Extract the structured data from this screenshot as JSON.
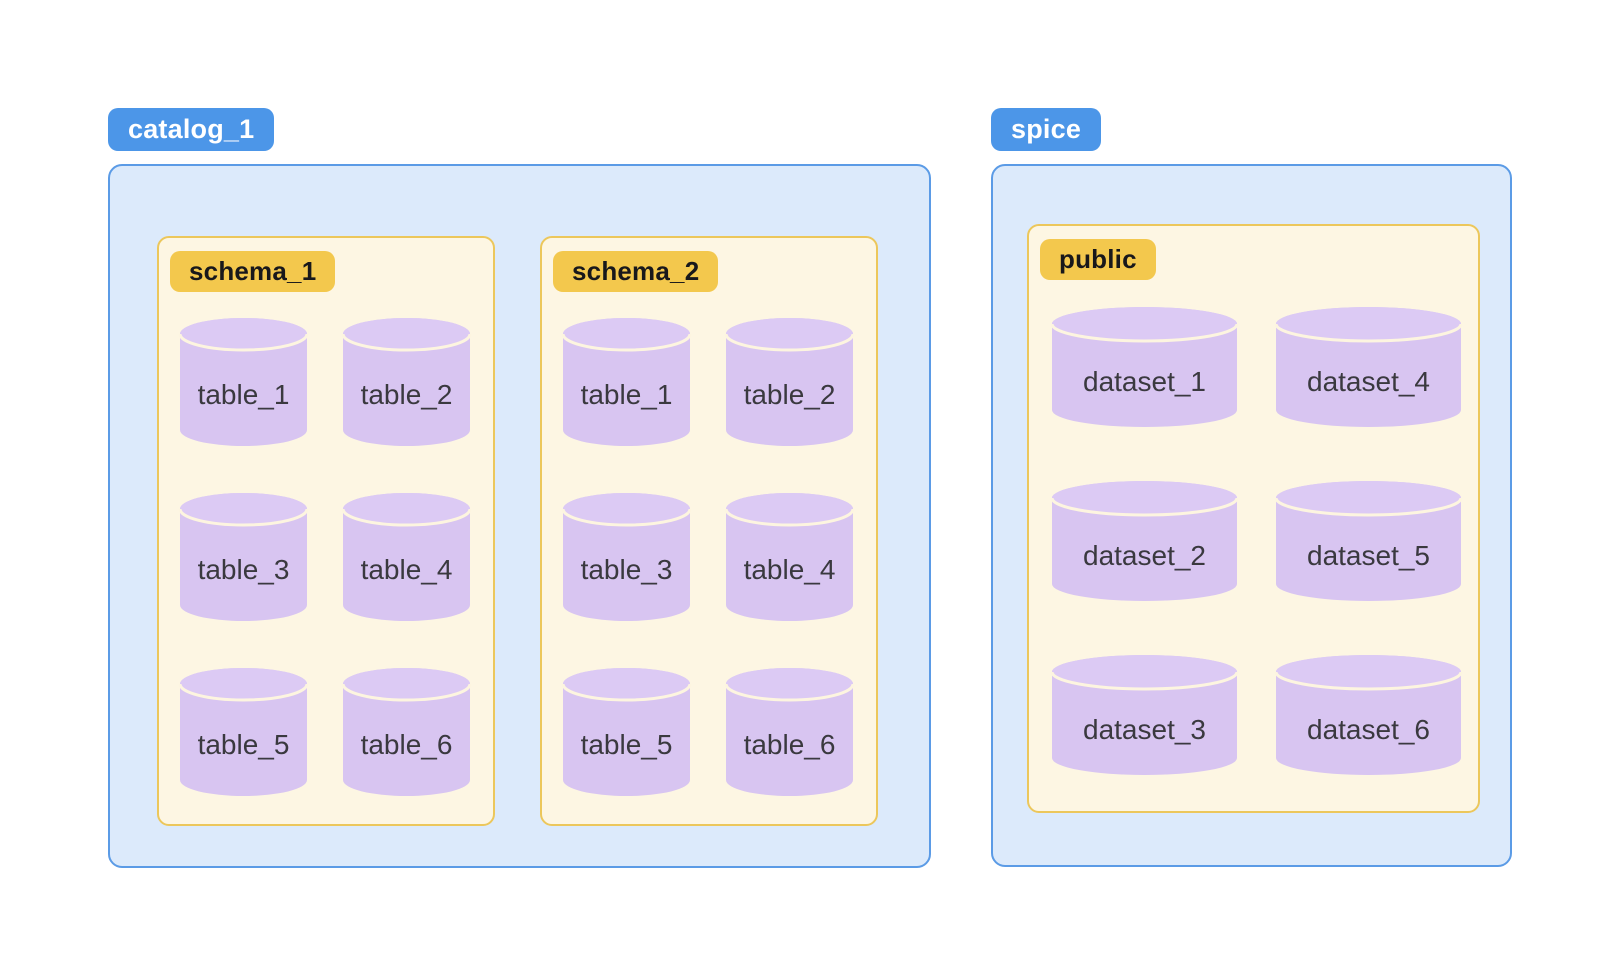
{
  "colors": {
    "group_badge_bg": "#4c96e8",
    "group_badge_text": "#ffffff",
    "outer_box_bg": "#dceafb",
    "outer_box_border": "#5b9be6",
    "inner_box_bg": "#fdf6e3",
    "inner_box_border": "#ecc75b",
    "schema_badge_bg": "#f3c84d",
    "schema_badge_text": "#18181b",
    "cylinder_fill": "#d8c5f1",
    "cylinder_cap": "#dccaf4",
    "cylinder_rim": "#fdf5e0",
    "cylinder_text": "#3a393f"
  },
  "catalog": {
    "label": "catalog_1",
    "schemas": [
      {
        "label": "schema_1",
        "tables": [
          "table_1",
          "table_2",
          "table_3",
          "table_4",
          "table_5",
          "table_6"
        ]
      },
      {
        "label": "schema_2",
        "tables": [
          "table_1",
          "table_2",
          "table_3",
          "table_4",
          "table_5",
          "table_6"
        ]
      }
    ]
  },
  "spice": {
    "label": "spice",
    "schemas": [
      {
        "label": "public",
        "datasets": [
          "dataset_1",
          "dataset_2",
          "dataset_3",
          "dataset_4",
          "dataset_5",
          "dataset_6"
        ]
      }
    ]
  }
}
